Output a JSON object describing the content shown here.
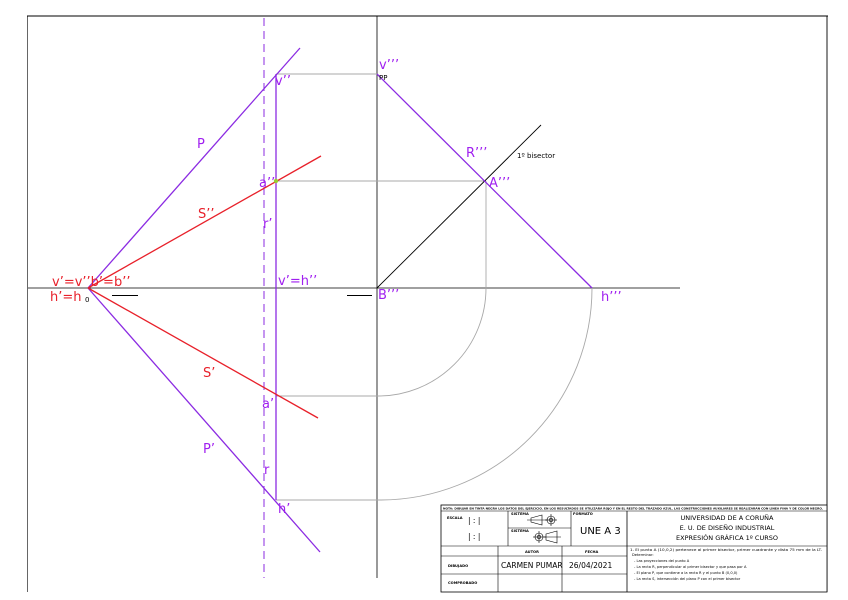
{
  "drawing": {
    "labels": {
      "v_second": "v’’",
      "v_third": "v’’’",
      "pp": "PP",
      "p_upper": "P",
      "p_lower": "P’",
      "r_third": "R’’’",
      "bisector": "1º bisector",
      "a_second": "a’’",
      "a_third": "A’’’",
      "s_second": "S’’",
      "s_first": "S’",
      "r_prime": "r’",
      "r_plain": "r",
      "v_prime_h": "v’=h’’",
      "vb_group": "v’=v’’b’=b’’",
      "hh_group": "h’=h",
      "hook": "0",
      "b_third": "B’’’",
      "h_third": "h’’’",
      "a_prime": "a’",
      "h_prime": "h’"
    }
  },
  "title_block": {
    "top_note": "NOTA: DIBUJAR EN TINTA NEGRA LOS DATOS DEL EJERCICIO. EN LOS RESULTADOS SE UTILIZARÁ ROJO Y EN EL RESTO DEL TRAZADO AZUL. LAS CONSTRUCCIONES AUXILIARES SE REALIZARÁN CON LÍNEA FINA Y DE COLOR NEGRO.",
    "escala_label": "ESCALA",
    "scale_top": "| : |",
    "scale_bottom": "| : |",
    "method_label_1": "SISTEMA",
    "method_label_2": "SISTEMA",
    "formato_label": "FORMATO",
    "sheet_code": "UNE A 3",
    "university": "UNIVERSIDAD DE A CORUÑA",
    "school": "E. U. DE DISEÑO INDUSTRIAL",
    "course": "EXPRESIÓN GRÁFICA 1º CURSO",
    "autor_label": "AUTOR",
    "fecha_label": "FECHA",
    "dibujado_label": "DIBUJADO",
    "comprobado_label": "COMPROBADO",
    "author": "CARMEN PUMAR",
    "date": "26/04/2021",
    "statement_lines": [
      "1. El punto A (10,0,2) pertenece al primer bisector, primer cuadrante y dista 75 mm de la LT.",
      "Determinar:",
      "- Las proyecciones del punto A",
      "- La recta R, perpendicular al primer bisector y que pasa por A",
      "- El plano P, que contiene a la recta R y el punto B (0,0,0)",
      "- La recta S, intersección del plano P con el primer bisector"
    ]
  }
}
